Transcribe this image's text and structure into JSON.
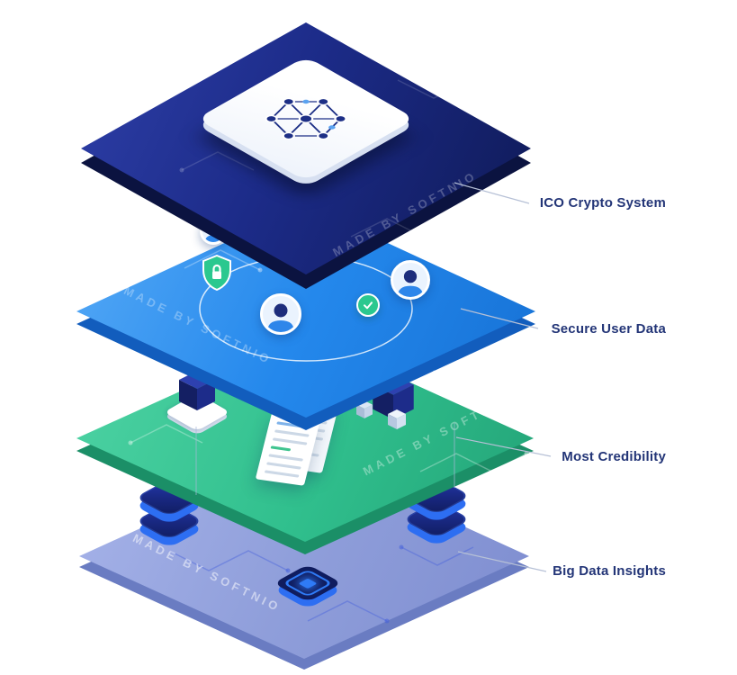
{
  "illustration": {
    "watermark": "MADE BY SOFTNIO",
    "layers": [
      {
        "id": "ico-crypto-system",
        "label": "ICO Crypto System",
        "top_color": "#1f2f92",
        "side_color": "#0b1340",
        "icons": [
          "network-icon"
        ]
      },
      {
        "id": "secure-user-data",
        "label": "Secure User Data",
        "top_color": "#2f8ef0",
        "side_color": "#125dbd",
        "icons": [
          "user-avatar-icon",
          "shield-lock-icon",
          "check-icon"
        ]
      },
      {
        "id": "most-credibility",
        "label": "Most Credibility",
        "top_color": "#33c192",
        "side_color": "#1b8f67",
        "icons": [
          "cube-icon",
          "document-icon"
        ]
      },
      {
        "id": "big-data-insights",
        "label": "Big Data Insights",
        "top_color": "#8d9cda",
        "side_color": "#6a7cc2",
        "icons": [
          "app-stack-icon",
          "cpu-chip-icon"
        ]
      }
    ]
  }
}
